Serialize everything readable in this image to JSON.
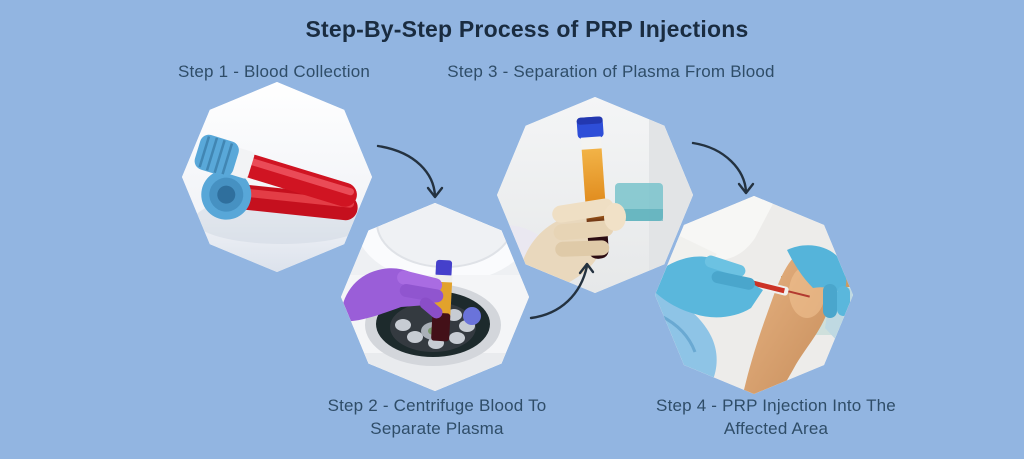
{
  "title": "Step-By-Step Process of PRP Injections",
  "colors": {
    "background": "#92b5e1",
    "title_text": "#1a2c40",
    "label_text": "#2f4d68",
    "arrow": "#243240"
  },
  "steps": [
    {
      "label": "Step 1 - Blood Collection",
      "image_alt": "two blood collection tubes with blue caps filled with red blood"
    },
    {
      "label": "Step 2 - Centrifuge Blood To Separate Plasma",
      "image_alt": "purple-gloved hand placing blood tube into open centrifuge rotor"
    },
    {
      "label": "Step 3 - Separation of Plasma From Blood",
      "image_alt": "gloved hand holding tube with amber plasma separated above dark red blood"
    },
    {
      "label": "Step 4 - PRP Injection Into The Affected Area",
      "image_alt": "doctor with blue gloves injecting PRP syringe into patient knee"
    }
  ]
}
